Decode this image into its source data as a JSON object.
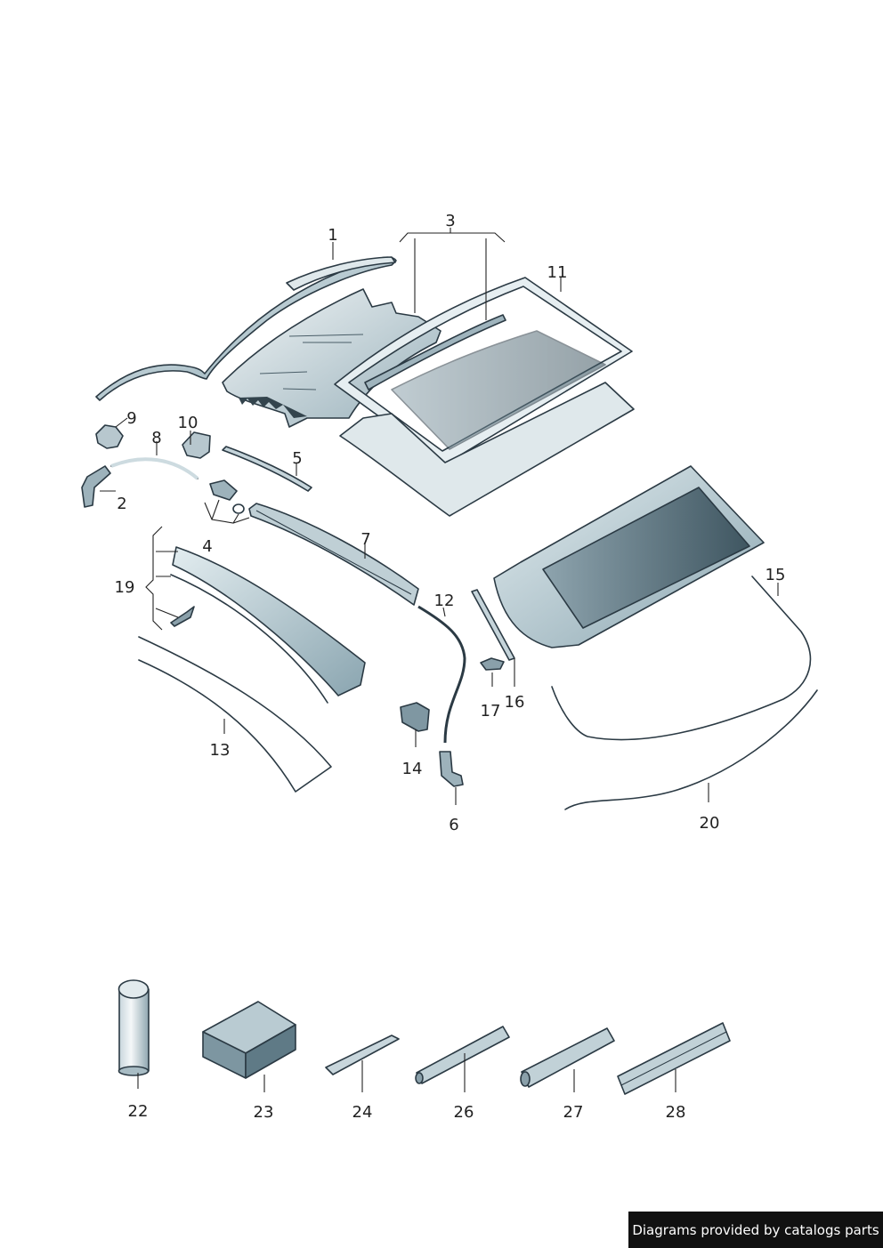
{
  "callouts": {
    "c1": "1",
    "c2": "2",
    "c3": "3",
    "c4": "4",
    "c5": "5",
    "c6": "6",
    "c7": "7",
    "c8": "8",
    "c9": "9",
    "c10": "10",
    "c11": "11",
    "c12": "12",
    "c13": "13",
    "c14": "14",
    "c15": "15",
    "c16": "16",
    "c17": "17",
    "c19": "19",
    "c20": "20",
    "c22": "22",
    "c23": "23",
    "c24": "24",
    "c26": "26",
    "c27": "27",
    "c28": "28"
  },
  "footer": {
    "credit": "Diagrams provided by catalogs parts"
  },
  "colors": {
    "part_fill": "#b9cbd2",
    "glass_dark": "#4f6672",
    "outline": "#2b3a44",
    "background": "#ffffff"
  }
}
